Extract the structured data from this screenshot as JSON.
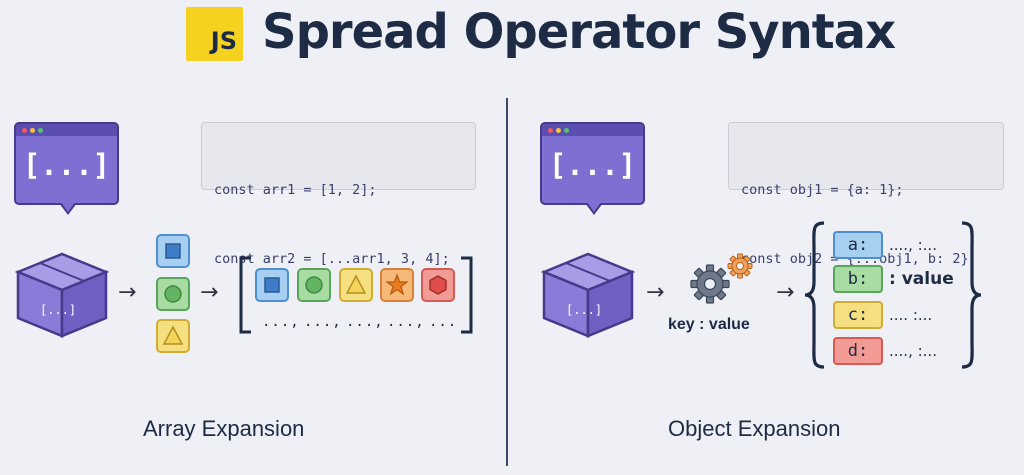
{
  "header": {
    "logo_text": "JS",
    "title": "Spread Operator Syntax"
  },
  "array_panel": {
    "window_text": "[...]",
    "box_label": "[...]",
    "code_lines": [
      "const arr1 = [1, 2];",
      "const arr2 = [...arr1, 3, 4];"
    ],
    "arrow": "→",
    "dots": [
      "...,",
      "...,",
      "...,",
      "...,",
      "..."
    ],
    "caption": "Array Expansion"
  },
  "object_panel": {
    "window_text": "[...]",
    "box_label": "[...]",
    "code_lines": [
      "const obj1 = {a: 1};",
      "const obj2 = {...obj1, b: 2};"
    ],
    "arrow": "→",
    "gear_label": "key : value",
    "entries": [
      {
        "key": "a:",
        "value": "...., :..."
      },
      {
        "key": "b:",
        "value": ": value"
      },
      {
        "key": "c:",
        "value": ".... :..."
      },
      {
        "key": "d:",
        "value": "...., :..."
      }
    ],
    "caption": "Object Expansion"
  },
  "colors": {
    "purple": "#7e6fd2",
    "js_yellow": "#f5d21f",
    "blue": "#a7cff2",
    "green": "#a9dca3",
    "yellow": "#f6df80",
    "orange": "#f7b978",
    "red": "#f29a94"
  }
}
